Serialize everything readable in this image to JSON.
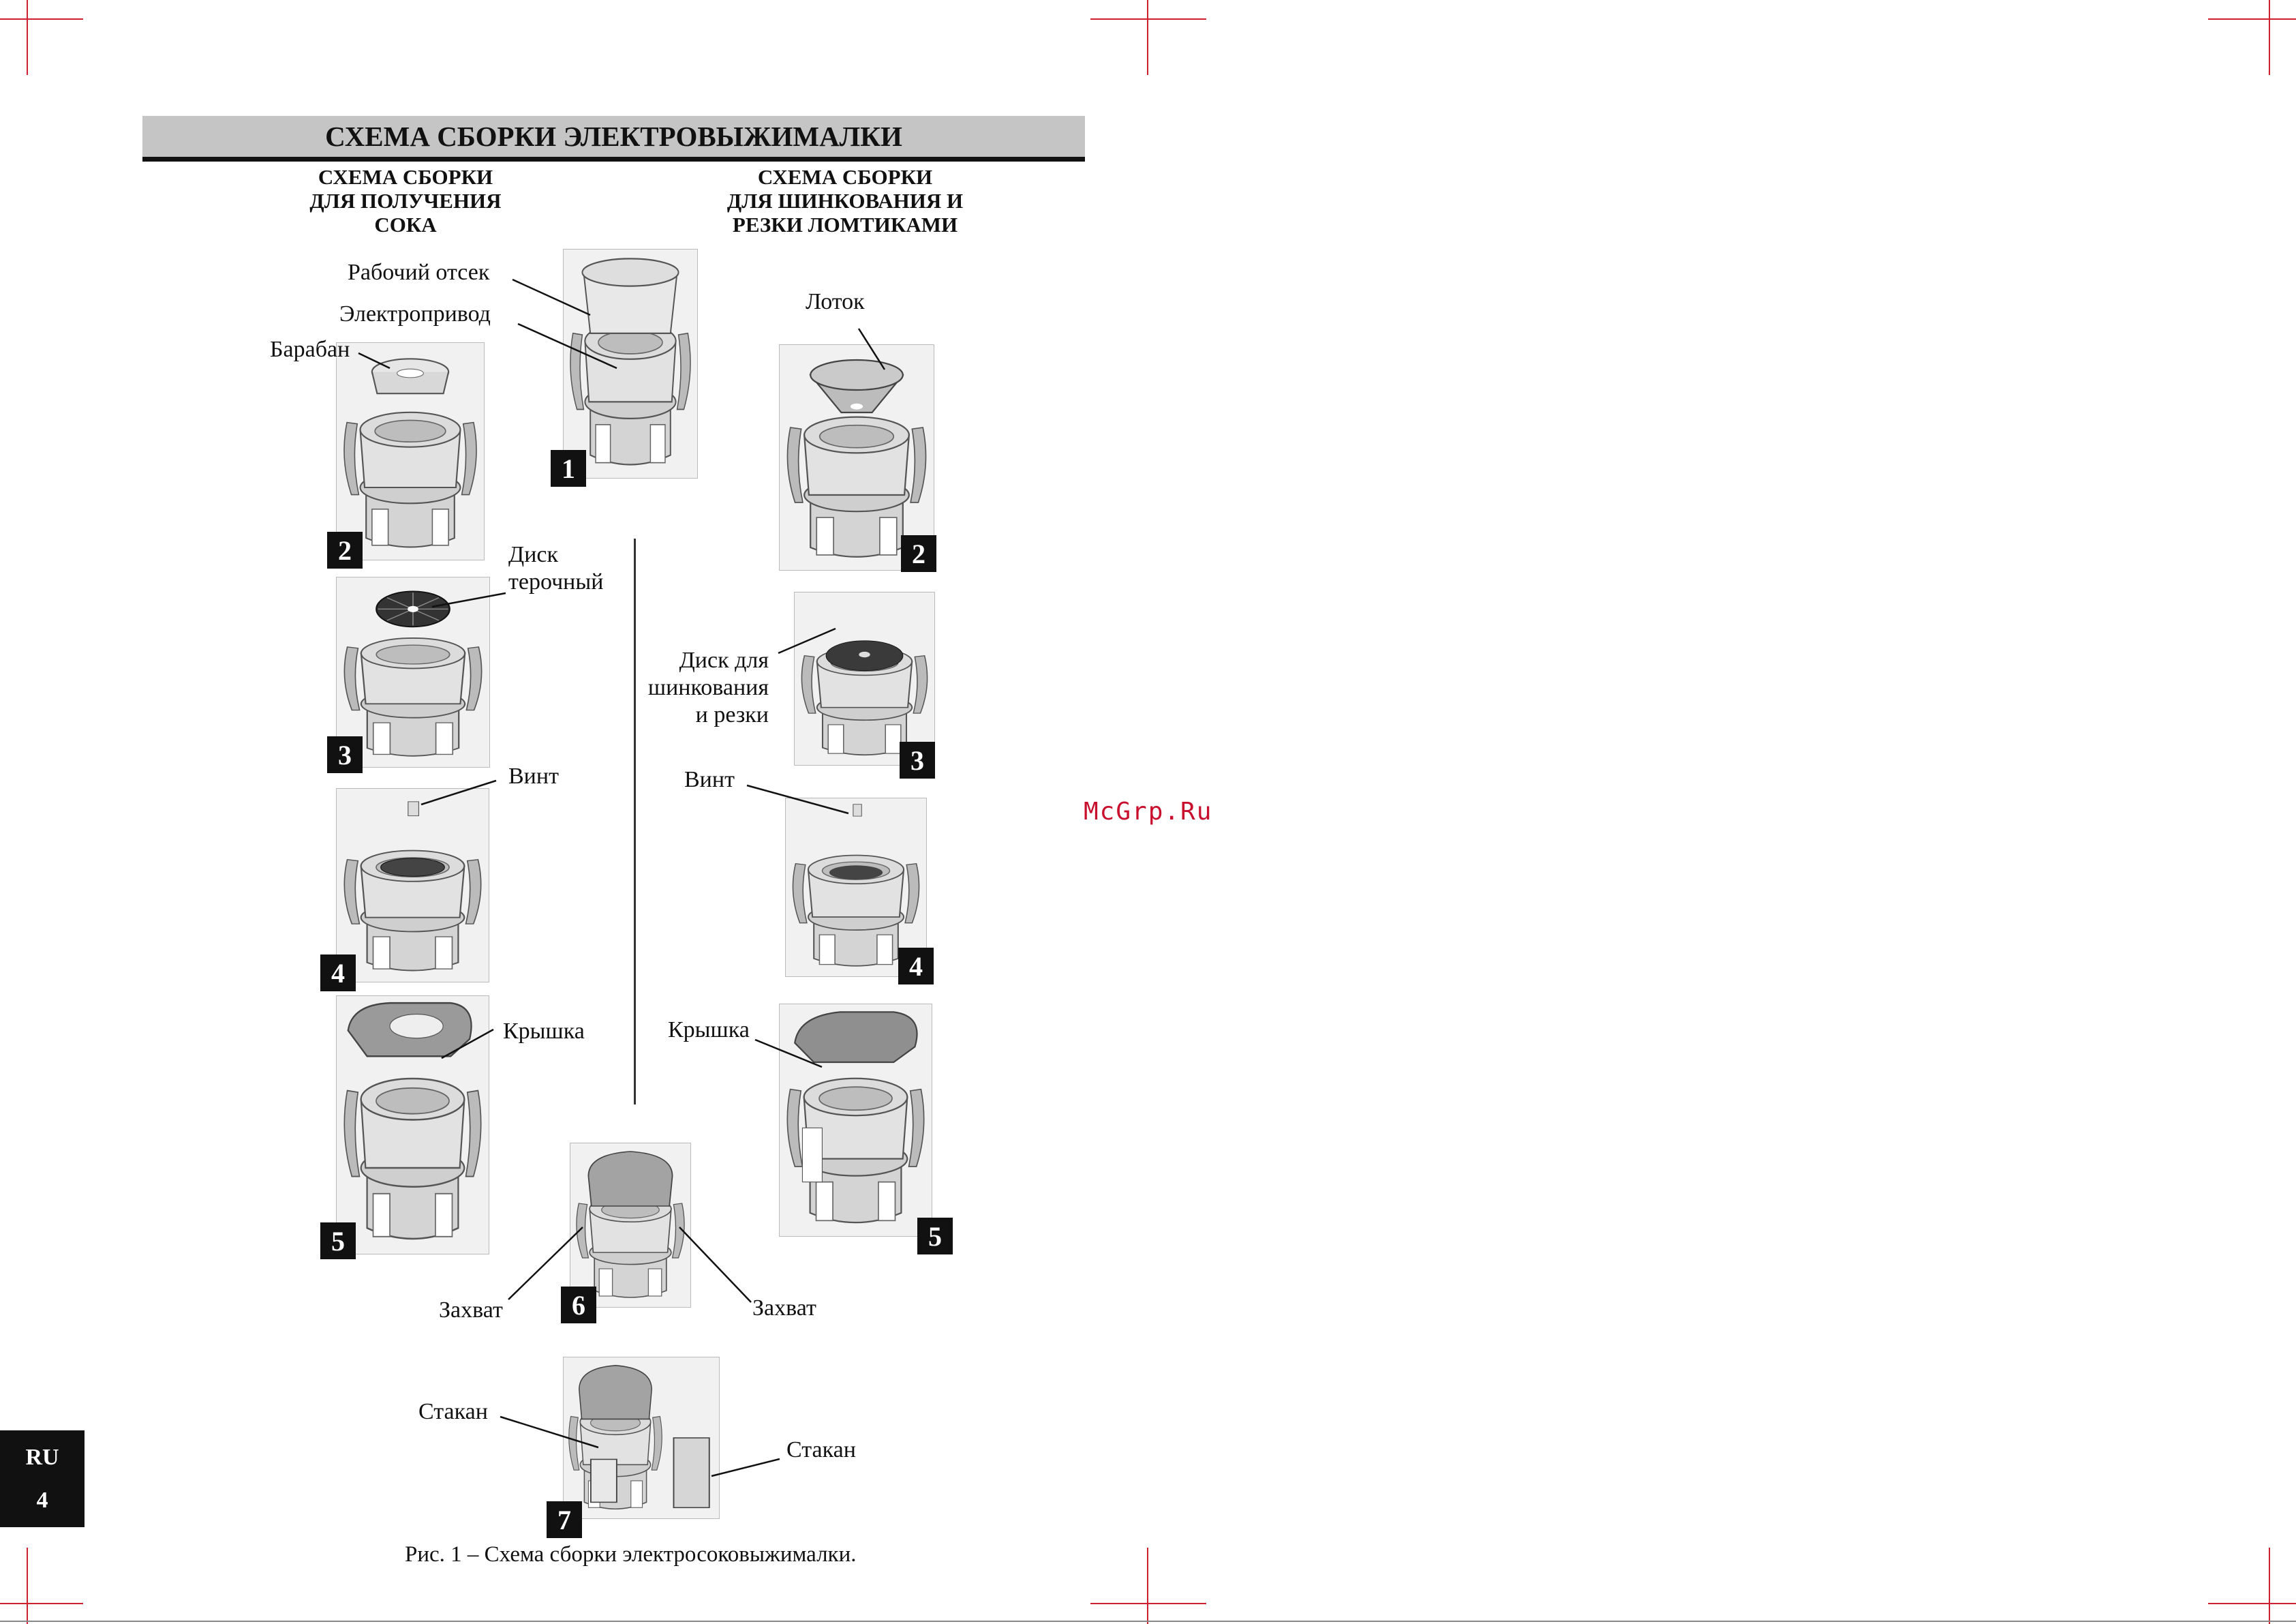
{
  "title": "СХЕМА СБОРКИ ЭЛЕКТРОВЫЖИМАЛКИ",
  "left_column_title": "СХЕМА СБОРКИ\nДЛЯ ПОЛУЧЕНИЯ\nСОКА",
  "right_column_title": "СХЕМА СБОРКИ\nДЛЯ ШИНКОВАНИЯ И\nРЕЗКИ ЛОМТИКАМИ",
  "labels": {
    "work_chamber": "Рабочий отсек",
    "motor": "Электропривод",
    "drum": "Барабан",
    "tray": "Лоток",
    "grating_disc": "Диск\nтерочный",
    "slicing_disc": "Диск для\nшинкования\nи резки",
    "screw_left": "Винт",
    "screw_right": "Винт",
    "lid_left": "Крышка",
    "lid_right": "Крышка",
    "clamp_left": "Захват",
    "clamp_right": "Захват",
    "cup_left": "Стакан",
    "cup_right": "Стакан"
  },
  "steps": {
    "s1": "1",
    "l2": "2",
    "l3": "3",
    "l4": "4",
    "l5": "5",
    "r2": "2",
    "r3": "3",
    "r4": "4",
    "r5": "5",
    "s6": "6",
    "s7": "7"
  },
  "caption": "Рис. 1 – Схема сборки электросоковыжималки.",
  "side_tab": {
    "lang": "RU",
    "page": "4"
  },
  "watermark": "McGrp.Ru",
  "colors": {
    "crop_marks": "#d0202e",
    "title_bar": "#c5c5c5",
    "step_badge": "#111111"
  }
}
